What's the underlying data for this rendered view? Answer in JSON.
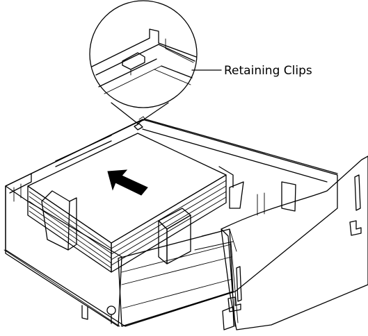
{
  "figure": {
    "callout_label": "Retaining Clips",
    "icons": [
      "paper-tray-drawing",
      "paper-stack",
      "insert-direction-arrow",
      "magnifier-circle",
      "retaining-clip",
      "tray-door"
    ],
    "colors": {
      "line": "#000000",
      "background": "#ffffff",
      "door_fill": "#e6e6e6",
      "paper_fill": "#ffffff"
    }
  }
}
